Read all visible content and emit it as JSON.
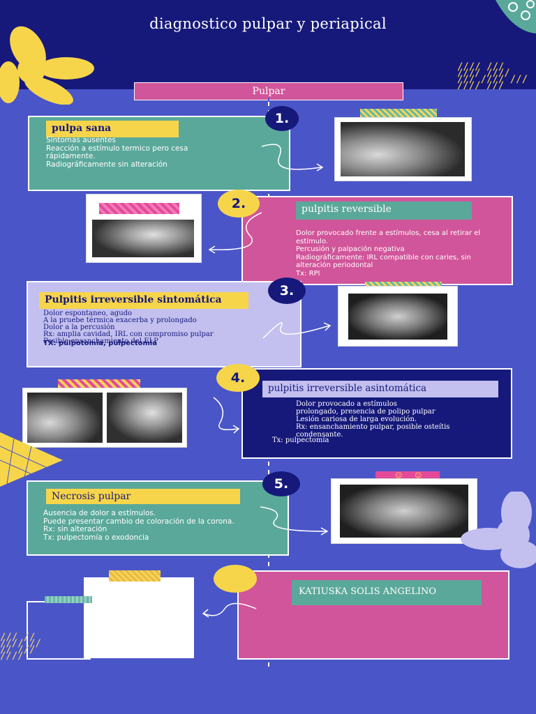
{
  "title": "diagnostico pulpar y periapical",
  "section_label": "Pulpar",
  "steps": [
    {
      "number": "1.",
      "title": "pulpa sana",
      "body": "Síntomas ausentes\nReacción a estímulo termico pero cesa rápidamente.\nRadiográficamente sin alteración"
    },
    {
      "number": "2.",
      "title": "pulpitis reversible",
      "body": "Dolor provocado frente a estímulos, cesa al retirar el estímulo.\nPercusión y palpación negativa\nRadiográficamente: IRL compatible con caries, sin alteración periodontal\nTx: RPI"
    },
    {
      "number": "3.",
      "title": "Pulpitis irreversible sintomática",
      "body": "Dolor espontaneo, agudo\nA la pruebe térmica exacerba y prolongado\nDolor a la percusión\nRx: amplia cavidad, IRL con compromiso pulpar\nPosible ensanchamiento del ELP",
      "tx": "TX: pulpotomía, pulpectomía"
    },
    {
      "number": "4.",
      "title": "pulpitis irreversible asintomática",
      "body": "Dolor provocado a estímulos\nprolongado, presencia de polipo pulpar\nLesión cariosa de larga evolución.\nRx: ensanchamiento pulpar, posible osteítis condensante.",
      "tx": "Tx: pulpectomía"
    },
    {
      "number": "5.",
      "title": "Necrosis pulpar",
      "body": "Ausencia de dolor a estímulos.\nPuede presentar cambio de coloración de la corona.\nRx: sin alteración\nTx: pulpectomía o exodoncia"
    }
  ],
  "author": "KATIUSKA SOLIS ANGELINO",
  "colors": {
    "header": "#16197a",
    "background": "#4a55c8",
    "teal": "#5aa89a",
    "pink": "#d1559a",
    "lavender": "#c3c0f0",
    "navy": "#16197a",
    "yellow": "#f7d54a"
  }
}
